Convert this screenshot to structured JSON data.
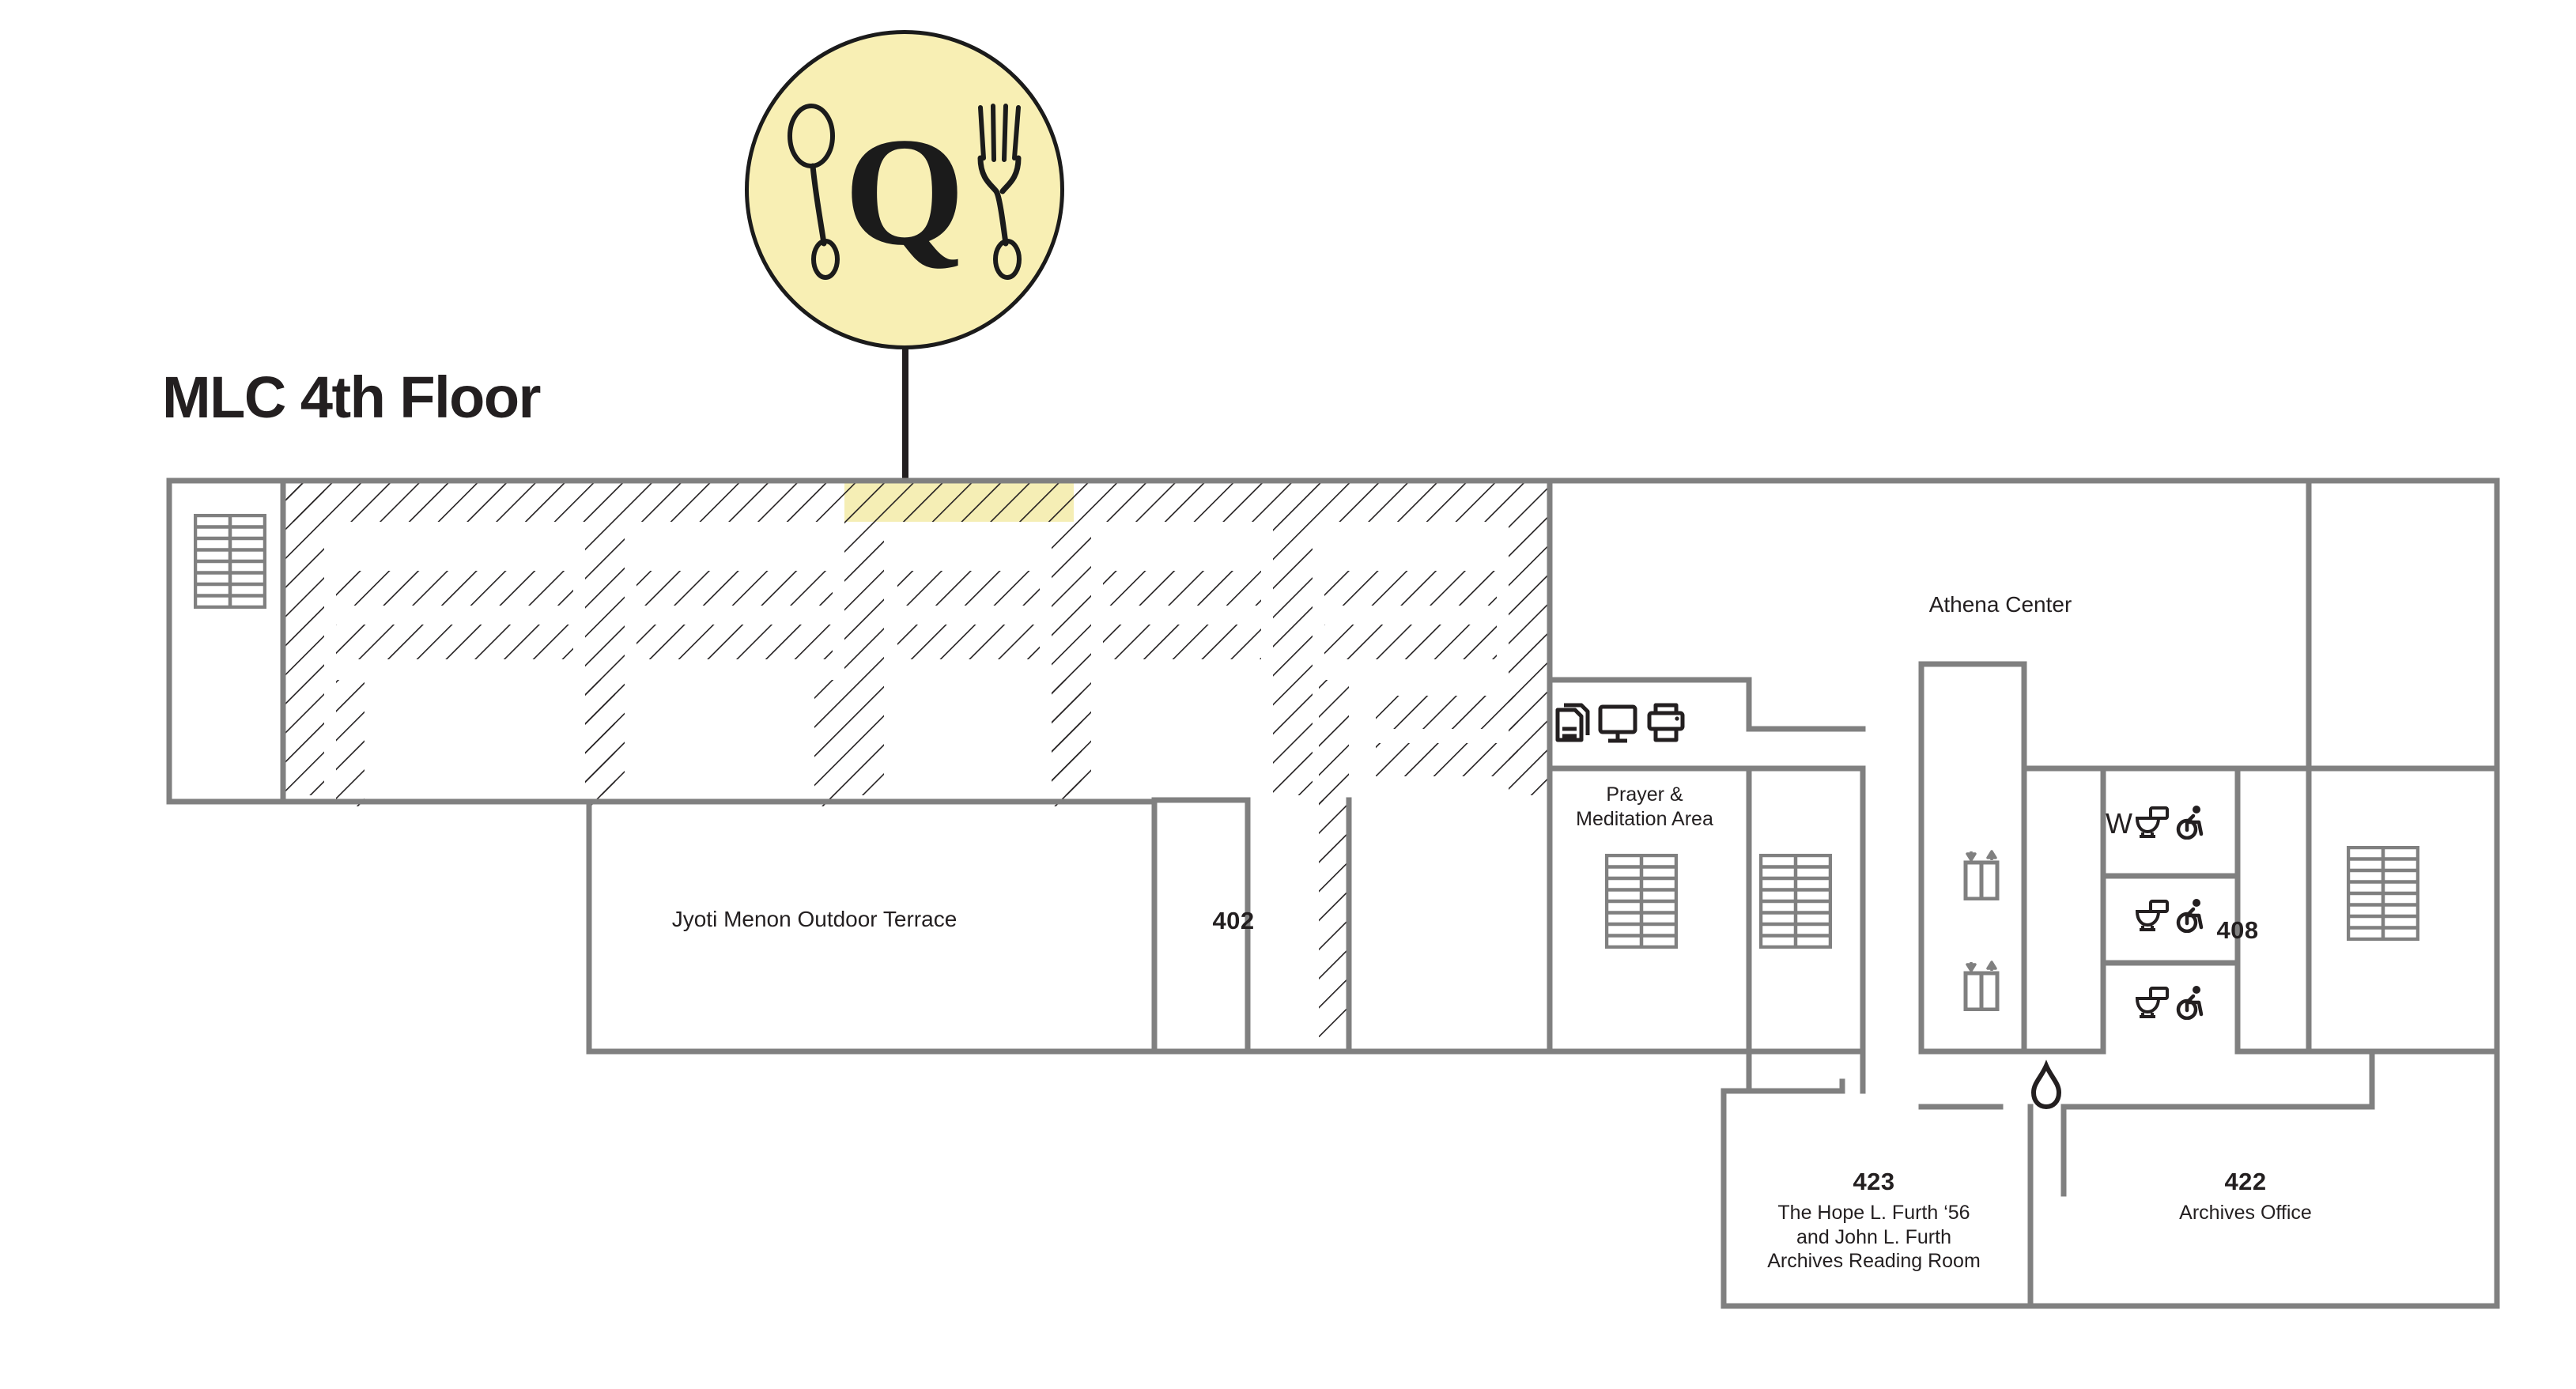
{
  "page": {
    "title": "MLC 4th Floor"
  },
  "badge": {
    "letter": "Q",
    "name": "dining-marker",
    "fill_color": "#f8efb4",
    "stroke_color": "#1b1b1b",
    "icons": [
      "spoon-icon",
      "fork-icon"
    ]
  },
  "highlight": {
    "color": "#f5eeb5",
    "description": "highlighted room segment"
  },
  "plan": {
    "wall_color": "#808080",
    "hatch_color": "#231f20",
    "areas": [
      {
        "id": "athena-center",
        "label": "Athena Center",
        "type": "area-name"
      },
      {
        "id": "jyoti-menon-outdoor-terrace",
        "label": "Jyoti Menon Outdoor Terrace",
        "type": "area-name"
      },
      {
        "id": "prayer-meditation-area",
        "label": "Prayer &\nMeditation Area",
        "type": "area-name"
      }
    ],
    "rooms": [
      {
        "id": "402",
        "number": "402",
        "name": ""
      },
      {
        "id": "408",
        "number": "408",
        "name": ""
      },
      {
        "id": "423",
        "number": "423",
        "name": "The Hope L. Furth ‘56\nand John L. Furth\nArchives Reading Room"
      },
      {
        "id": "422",
        "number": "422",
        "name": "Archives Office"
      }
    ],
    "restrooms": [
      {
        "id": "restroom-w",
        "prefix": "W",
        "icons": [
          "toilet-icon",
          "wheelchair-accessible-icon"
        ]
      },
      {
        "id": "restroom-2",
        "prefix": "",
        "icons": [
          "toilet-icon",
          "wheelchair-accessible-icon"
        ]
      },
      {
        "id": "restroom-3",
        "prefix": "",
        "icons": [
          "toilet-icon",
          "wheelchair-accessible-icon"
        ]
      }
    ],
    "amenity_icons": [
      {
        "id": "copier",
        "name": "copier-icon"
      },
      {
        "id": "computer",
        "name": "computer-monitor-icon"
      },
      {
        "id": "printer",
        "name": "printer-icon"
      },
      {
        "id": "water-fountain",
        "name": "water-drop-icon"
      },
      {
        "id": "elevator-1",
        "name": "elevator-icon"
      },
      {
        "id": "elevator-2",
        "name": "elevator-icon"
      }
    ],
    "stairwells": [
      {
        "id": "stair-west"
      },
      {
        "id": "stair-prayer-left"
      },
      {
        "id": "stair-prayer-right"
      },
      {
        "id": "stair-east"
      }
    ]
  }
}
